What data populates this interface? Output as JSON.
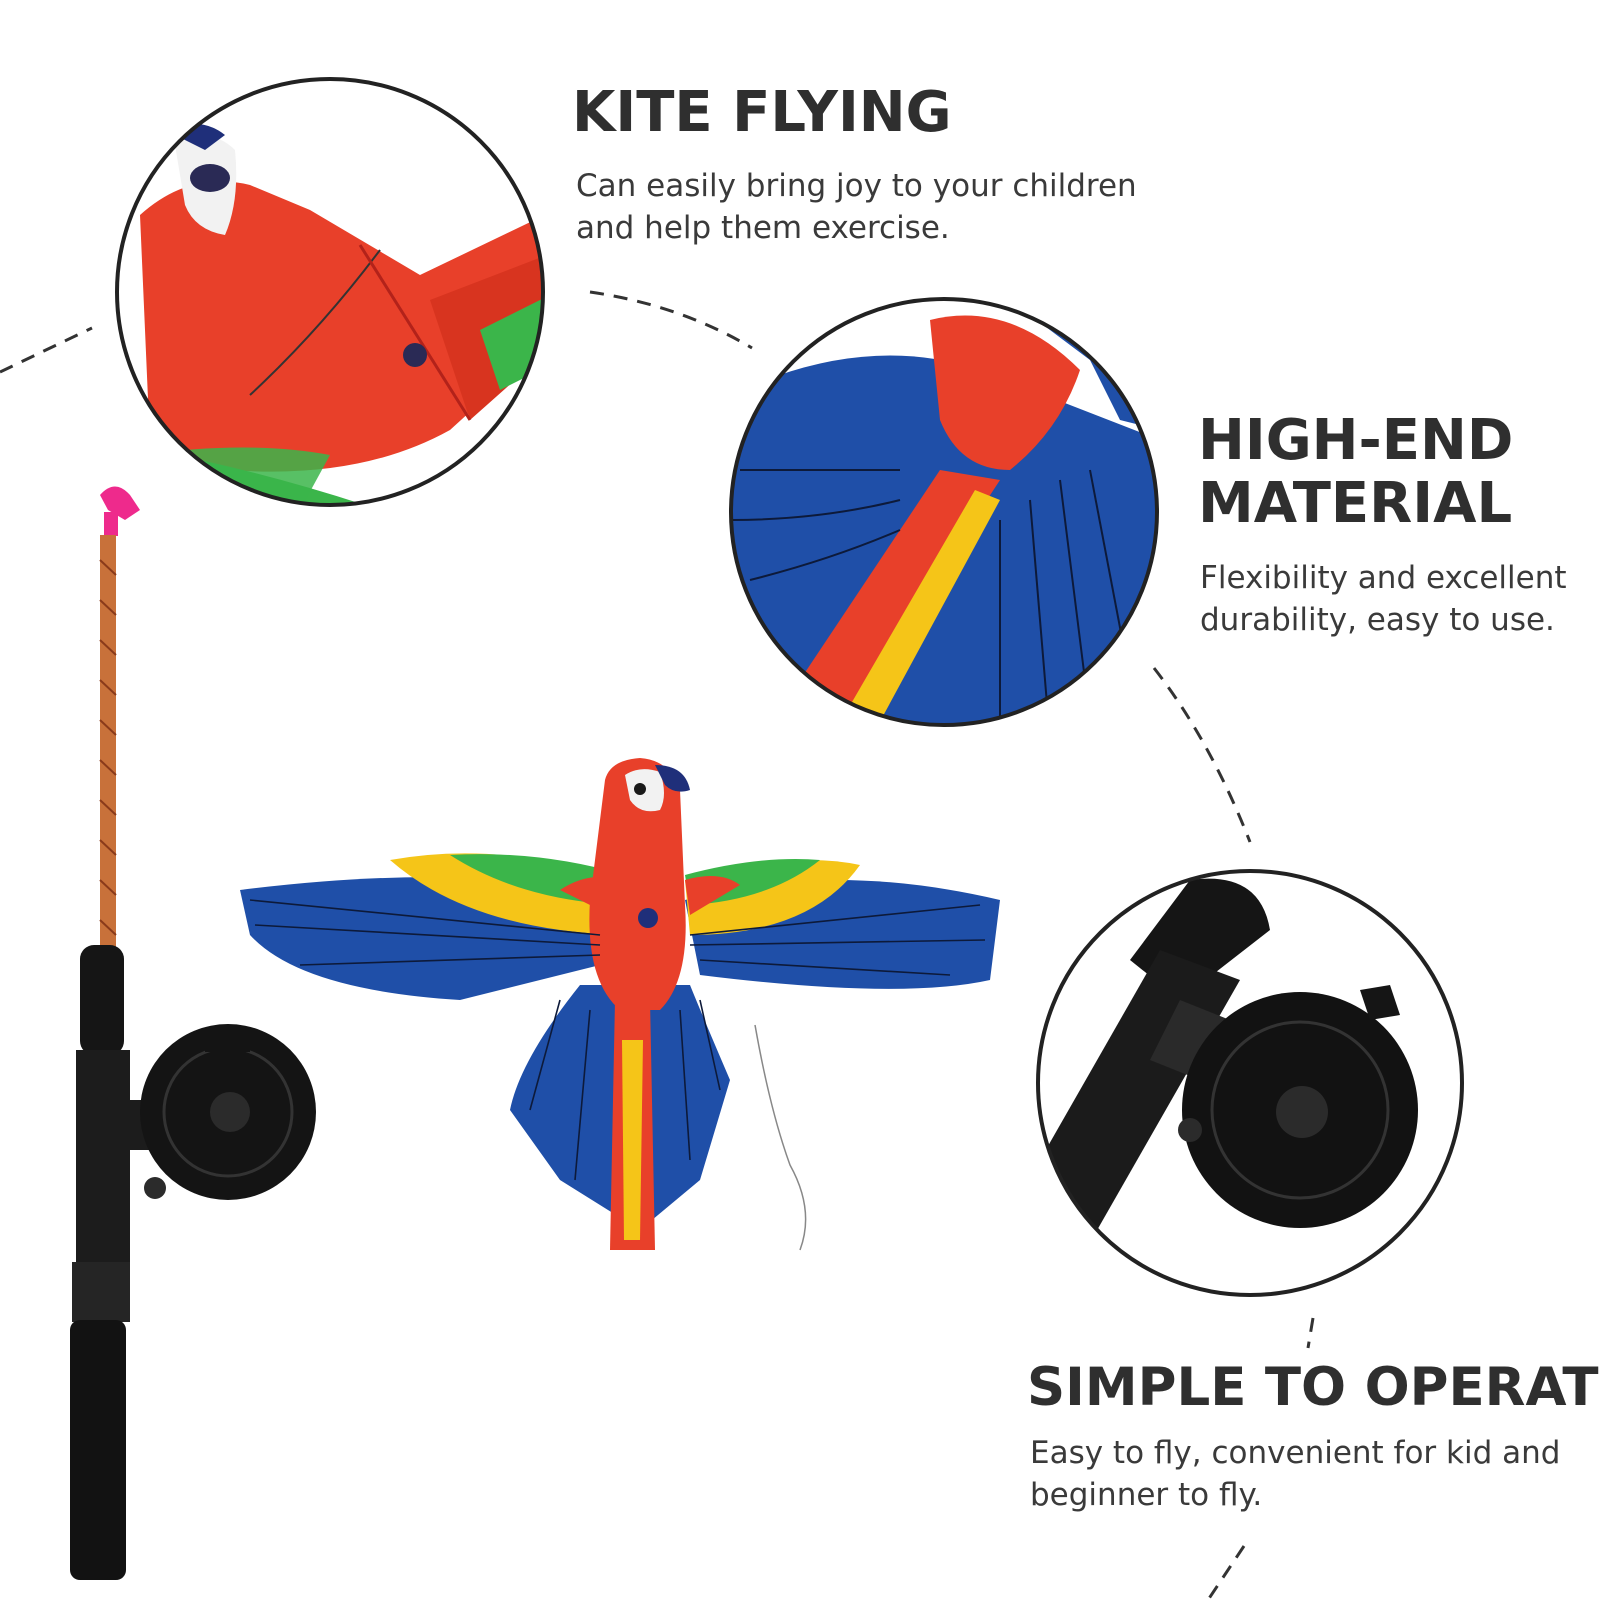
{
  "features": [
    {
      "title": "KITE FLYING",
      "description_lines": [
        "Can easily bring joy to your children",
        "and help them exercise."
      ]
    },
    {
      "title_lines": [
        "HIGH-END",
        "MATERIAL"
      ],
      "description_lines": [
        "Flexibility and excellent",
        "durability, easy to use."
      ]
    },
    {
      "title": "SIMPLE TO OPERATE",
      "description_lines": [
        "Easy to fly, convenient for kid and",
        "beginner to fly."
      ]
    }
  ],
  "colors": {
    "heading": "#2f2f2f",
    "text": "#3a3a3a",
    "kite_red": "#e8402a",
    "kite_blue": "#1f4fa8",
    "kite_yellow": "#f5c518",
    "kite_green": "#3bb54a",
    "rod_black": "#151515",
    "rod_shaft": "#c8713a",
    "rod_tip": "#ee2a8c"
  }
}
